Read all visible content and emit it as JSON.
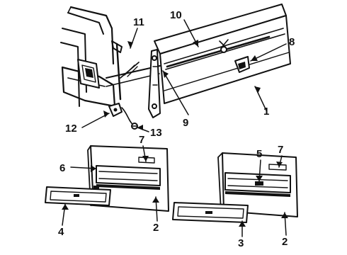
{
  "diagram": {
    "callouts": {
      "c1": "1",
      "c2a": "2",
      "c2b": "2",
      "c3": "3",
      "c4": "4",
      "c5": "5",
      "c6": "6",
      "c7a": "7",
      "c7b": "7",
      "c8": "8",
      "c9": "9",
      "c10": "10",
      "c11": "11",
      "c12": "12",
      "c13": "13"
    },
    "colors": {
      "ink": "#111111",
      "paper": "#ffffff"
    }
  }
}
